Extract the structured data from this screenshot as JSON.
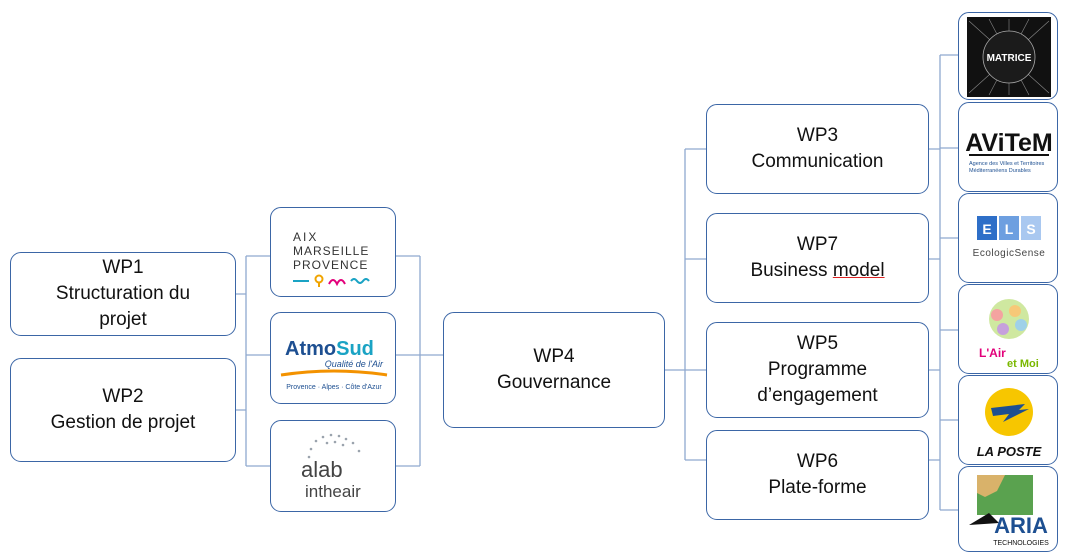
{
  "nodes": {
    "wp1": {
      "line1": "WP1",
      "line2": "Structuration du",
      "line3": "projet"
    },
    "wp2": {
      "line1": "WP2",
      "line2": "Gestion de projet"
    },
    "wp4": {
      "line1": "WP4",
      "line2": "Gouvernance"
    },
    "wp3": {
      "line1": "WP3",
      "line2": "Communication"
    },
    "wp7": {
      "line1": "WP7",
      "line2a": "Business ",
      "line2b": "model"
    },
    "wp5": {
      "line1": "WP5",
      "line2": "Programme",
      "line3": "d’engagement"
    },
    "wp6": {
      "line1": "WP6",
      "line2": "Plate-forme"
    }
  },
  "logos": {
    "aix": {
      "l1": "AIX",
      "l2": "MARSEILLE",
      "l3": "PROVENCE"
    },
    "atmosud": {
      "name_a": "Atmo",
      "name_b": "Sud",
      "tagline": "Qualité de l'Air",
      "region": "Provence · Alpes · Côte d'Azur"
    },
    "alab": {
      "l1": "alab",
      "l2": "intheair"
    },
    "matrice": {
      "name": "MATRICE"
    },
    "avitem": {
      "name": "AViTeM",
      "sub1": "Agence des Villes et Territoires",
      "sub2": "Méditerranéens Durables"
    },
    "ecologicsense": {
      "letters": [
        "E",
        "L",
        "S"
      ],
      "name": "EcologicSense"
    },
    "airetmoi": {
      "l1": "L'Air",
      "l2": "et Moi"
    },
    "laposte": {
      "name": "LA POSTE"
    },
    "aria": {
      "name": "ARIA",
      "sub": "TECHNOLOGIES"
    }
  },
  "colors": {
    "border": "#3b66a6",
    "connector": "#8fa9cf",
    "atmosud_blue": "#1d4f91",
    "atmosud_orange": "#f39200",
    "laposte_yellow": "#f7c600"
  }
}
